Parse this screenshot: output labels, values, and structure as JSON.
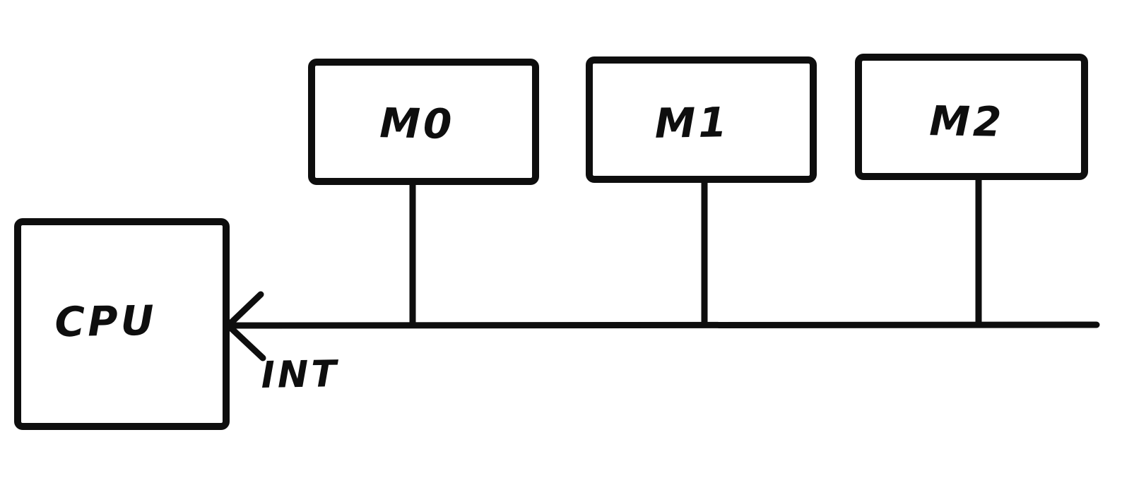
{
  "page": {
    "background": "#ffffff",
    "ink_color": "#0e0e0e"
  },
  "diagram": {
    "type": "hand-drawn-block-diagram",
    "nodes": {
      "cpu": {
        "label": "CPU"
      },
      "m0": {
        "label": "M0"
      },
      "m1": {
        "label": "M1"
      },
      "m2": {
        "label": "M2"
      }
    },
    "bus": {
      "label": "INT",
      "arrow_direction": "left-into-cpu"
    },
    "edges": [
      {
        "from": "m0",
        "to": "bus"
      },
      {
        "from": "m1",
        "to": "bus"
      },
      {
        "from": "m2",
        "to": "bus"
      },
      {
        "from": "bus",
        "to": "cpu",
        "arrow": true,
        "label": "INT"
      }
    ]
  }
}
